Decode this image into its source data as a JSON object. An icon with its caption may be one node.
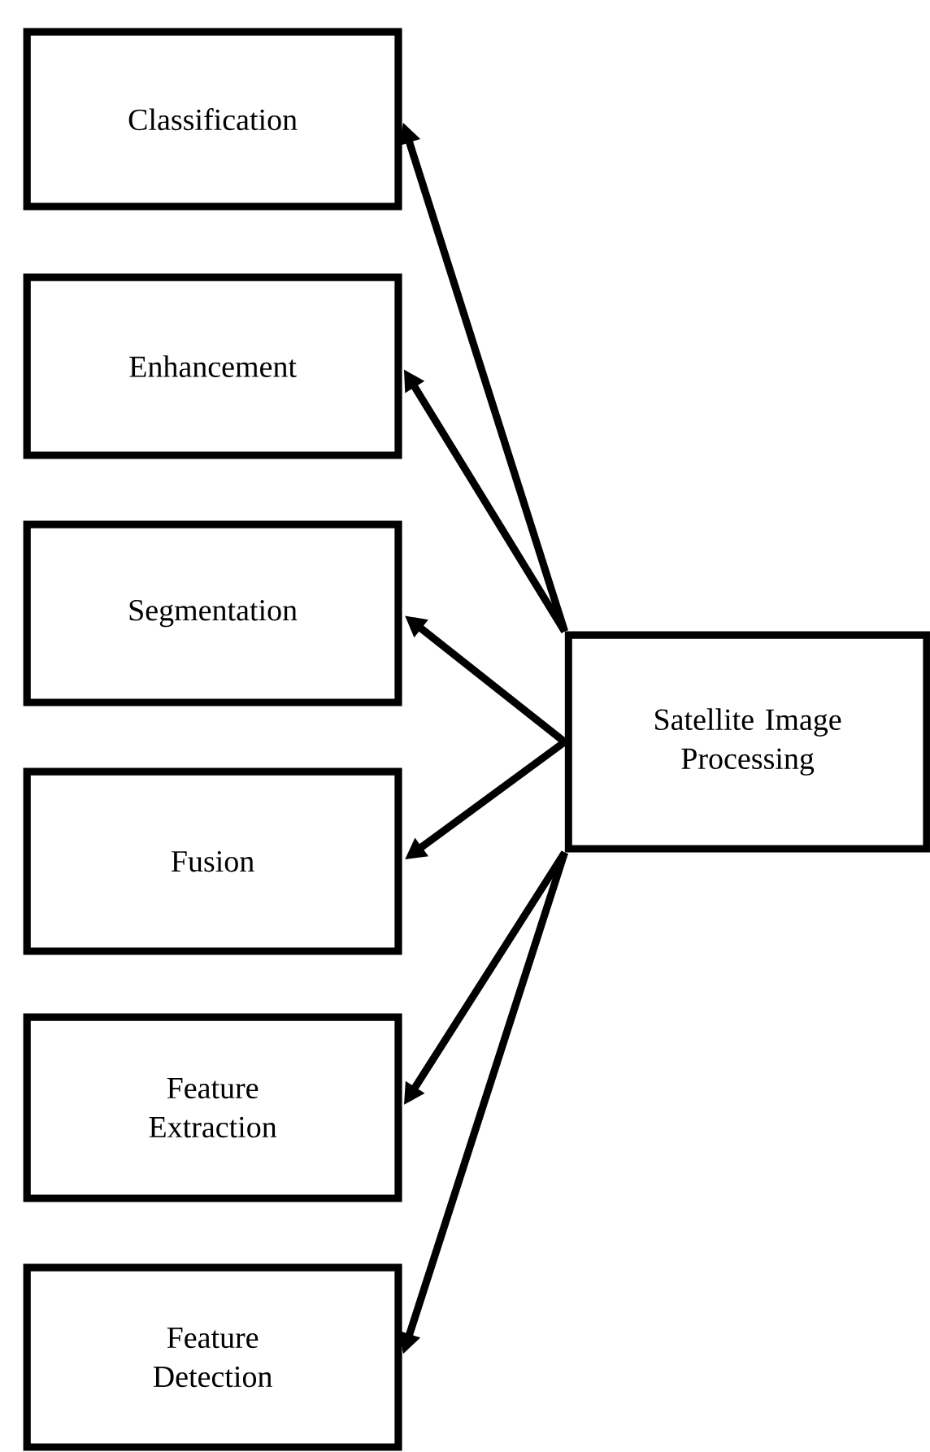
{
  "diagram": {
    "nodes": [
      {
        "text": [
          "Classification"
        ]
      },
      {
        "text": [
          "Enhancement"
        ]
      },
      {
        "text": [
          "Segmentation"
        ]
      },
      {
        "text": [
          "Fusion"
        ]
      },
      {
        "text": [
          "Feature Extraction"
        ]
      },
      {
        "text": [
          "Feature Detection"
        ]
      },
      {
        "text": [
          "Satellite Image Processing"
        ]
      }
    ],
    "edges": [
      {
        "from": 6,
        "to": 0,
        "arrow": "to"
      },
      {
        "from": 6,
        "to": 1,
        "arrow": "to"
      },
      {
        "from": 6,
        "to": 2,
        "arrow": "to"
      },
      {
        "from": 6,
        "to": 3,
        "arrow": "to"
      },
      {
        "from": 6,
        "to": 4,
        "arrow": "to"
      },
      {
        "from": 6,
        "to": 5,
        "arrow": "to"
      }
    ]
  }
}
